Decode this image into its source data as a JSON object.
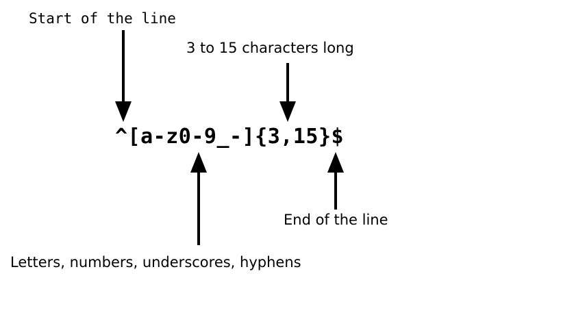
{
  "diagram": {
    "title": "regex-annotation",
    "regex": "^[a-z0-9_-]{3,15}$",
    "stroke_color": "#000000",
    "background_color": "#ffffff",
    "annotations": [
      {
        "id": "start-of-line",
        "label": "Start of the line",
        "target": "^",
        "arrow_direction": "down"
      },
      {
        "id": "length",
        "label": "3 to 15 characters long",
        "target": "{3,15}",
        "arrow_direction": "down"
      },
      {
        "id": "end-of-line",
        "label": "End of the line",
        "target": "$",
        "arrow_direction": "up"
      },
      {
        "id": "allowed-chars",
        "label": "Letters, numbers, underscores, hyphens",
        "target": "[a-z0-9_-]",
        "arrow_direction": "up"
      }
    ]
  }
}
